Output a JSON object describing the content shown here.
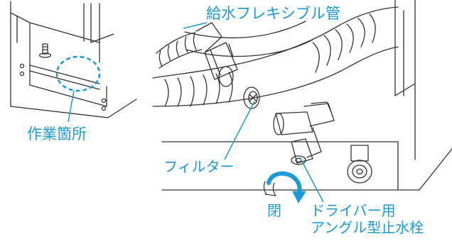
{
  "labels": {
    "flexible_hose": "給水フレキシブル管",
    "work_area": "作業箇所",
    "filter": "フィルター",
    "close": "閉",
    "valve_line1": "ドライバー用",
    "valve_line2": "アングル型止水栓"
  },
  "colors": {
    "accent": "#1a9ad6",
    "line": "#333333",
    "background": "#ffffff"
  }
}
